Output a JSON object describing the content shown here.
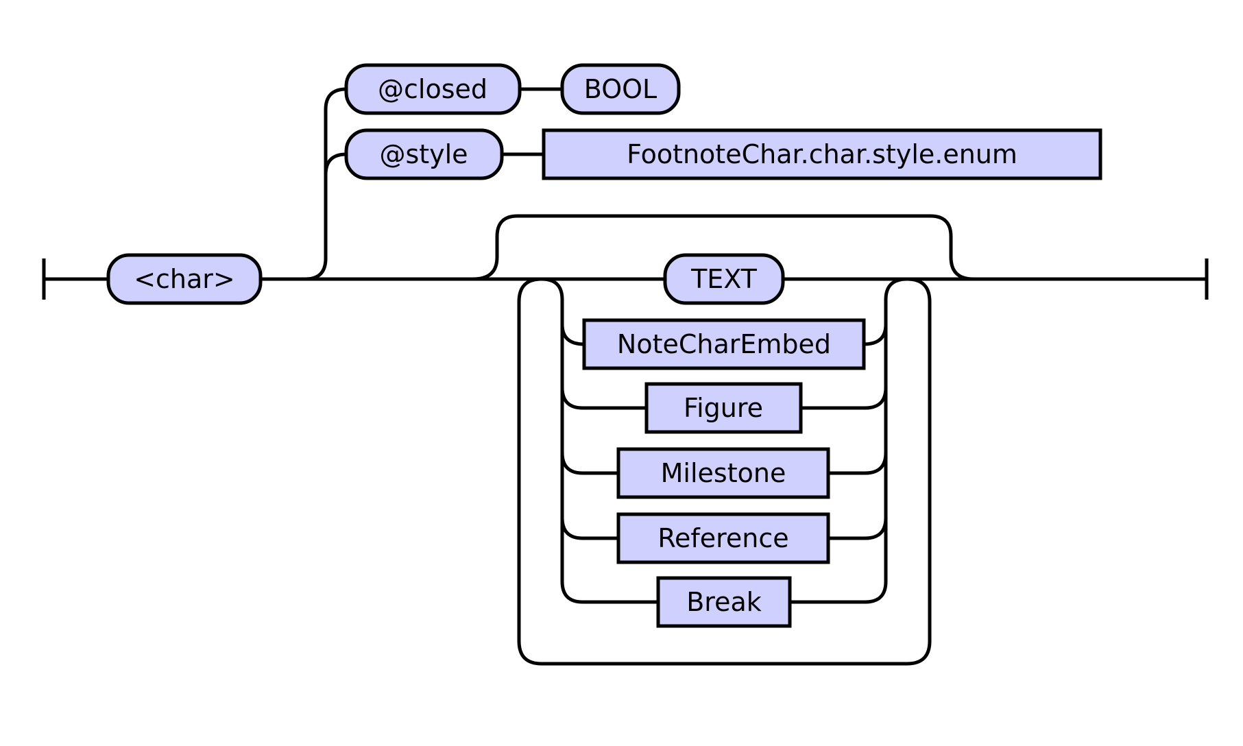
{
  "colors": {
    "node_fill": "#d0d0ff",
    "stroke": "#000000",
    "background": "#ffffff"
  },
  "nodes": {
    "char": "<char>",
    "closed": "@closed",
    "bool": "BOOL",
    "style": "@style",
    "style_enum": "FootnoteChar.char.style.enum",
    "text": "TEXT",
    "note_char_embed": "NoteCharEmbed",
    "figure": "Figure",
    "milestone": "Milestone",
    "reference": "Reference",
    "break": "Break"
  }
}
